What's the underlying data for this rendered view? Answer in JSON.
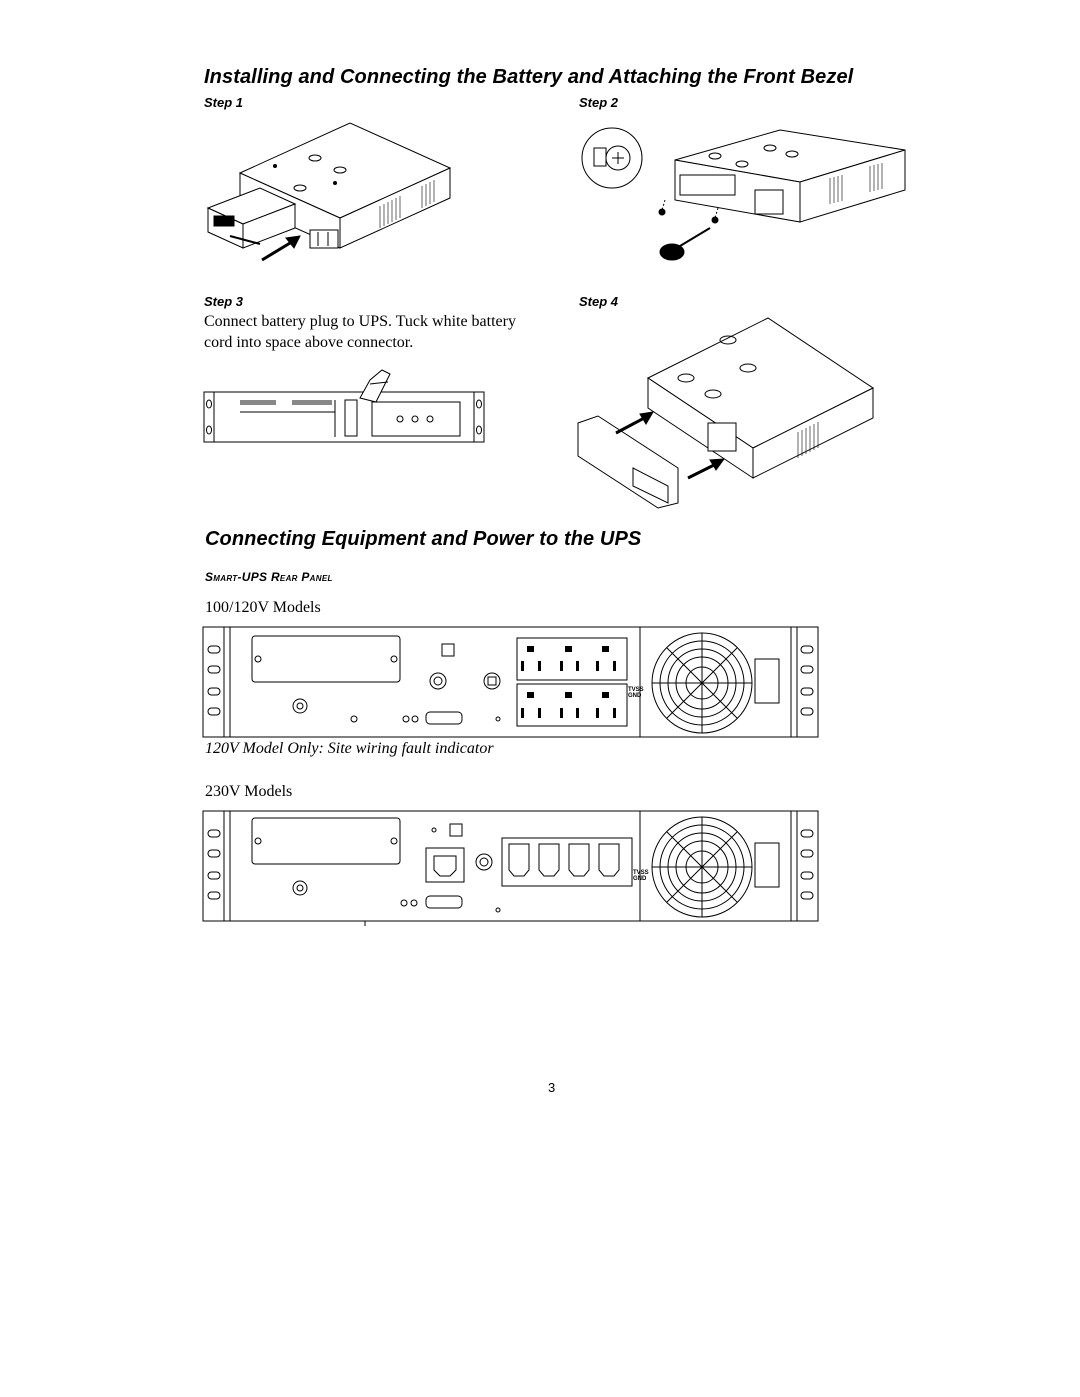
{
  "section1": {
    "title": "Installing and Connecting the Battery and Attaching the Front Bezel",
    "step1_label": "Step 1",
    "step2_label": "Step 2",
    "step3_label": "Step 3",
    "step3_text_line1": "Connect battery plug to UPS. Tuck white battery",
    "step3_text_line2": "cord into space above connector.",
    "step4_label": "Step 4"
  },
  "section2": {
    "title": "Connecting Equipment and Power to the UPS",
    "subheading": "Smart-UPS Rear Panel",
    "model1_label": "100/120V Models",
    "model1_caption": "120V Model Only: Site wiring fault indicator",
    "model2_label": "230V Models",
    "gnd_label_1": "TVSS GND",
    "gnd_label_2": "TVSS GND"
  },
  "footer": {
    "page_number": "3"
  }
}
